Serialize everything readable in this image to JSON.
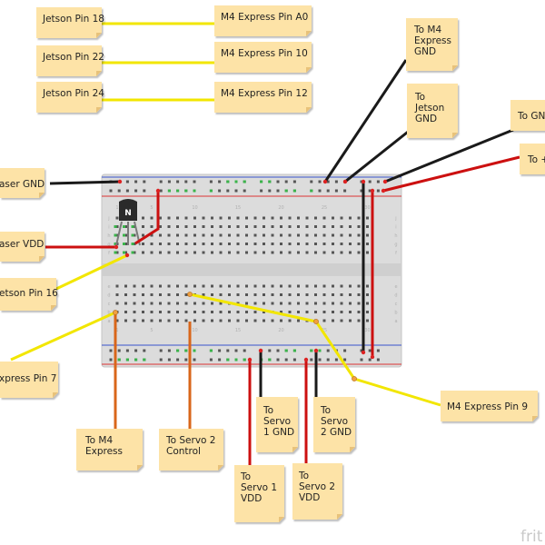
{
  "notes": [
    {
      "id": "jetson18",
      "text": "Jetson Pin 18"
    },
    {
      "id": "jetson22",
      "text": "Jetson Pin 22"
    },
    {
      "id": "jetson24",
      "text": "Jetson Pin 24"
    },
    {
      "id": "m4a0",
      "text": "M4 Express Pin A0"
    },
    {
      "id": "m4p10",
      "text": "M4 Express Pin 10"
    },
    {
      "id": "m4p12",
      "text": "M4 Express Pin 12"
    },
    {
      "id": "m4gnd",
      "text": "To M4\nExpress\nGND"
    },
    {
      "id": "jetgnd",
      "text": "To\nJetson\nGND"
    },
    {
      "id": "tognd",
      "text": "To GND"
    },
    {
      "id": "toplus",
      "text": "To +"
    },
    {
      "id": "lasergnd",
      "text": "aser GND"
    },
    {
      "id": "laservdd",
      "text": "aser VDD"
    },
    {
      "id": "jetson16",
      "text": "etson Pin 16"
    },
    {
      "id": "express7",
      "text": "xpress Pin 7"
    },
    {
      "id": "m4p9",
      "text": "M4 Express Pin 9"
    },
    {
      "id": "tom4",
      "text": "To M4\nExpress"
    },
    {
      "id": "servo2ctl",
      "text": "To Servo 2\nControl"
    },
    {
      "id": "servo1gnd",
      "text": "To\nServo\n1 GND"
    },
    {
      "id": "servo2gnd",
      "text": "To\nServo\n2 GND"
    },
    {
      "id": "servo1vdd",
      "text": "To\nServo 1\nVDD"
    },
    {
      "id": "servo2vdd",
      "text": "To\nServo 2\nVDD"
    }
  ],
  "transistor_label": "N",
  "column_numbers": [
    "1",
    "5",
    "10",
    "15",
    "20",
    "25",
    "30"
  ],
  "row_letters_top": [
    "j",
    "i",
    "h",
    "g",
    "f"
  ],
  "row_letters_bottom": [
    "e",
    "d",
    "c",
    "b",
    "a"
  ],
  "watermark": "frit",
  "colors": {
    "wire_yellow": "#f2e600",
    "wire_red": "#cc1010",
    "wire_black": "#1a1a1a",
    "wire_orange": "#d9661a",
    "note_fill": "#fde3a7",
    "breadboard": "#dcdcdc"
  }
}
